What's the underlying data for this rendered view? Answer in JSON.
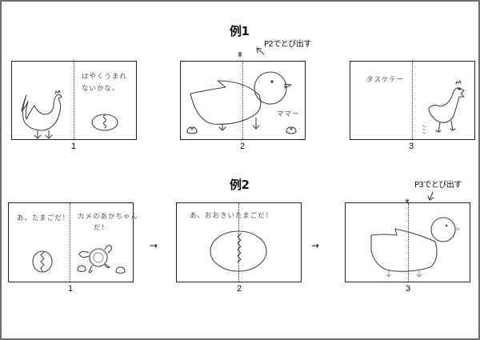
{
  "examples": [
    {
      "title": "例1",
      "note": "P2でとび出す",
      "panels": [
        {
          "number": "1",
          "text_lines": [
            "はやくうまれ",
            "ないかな。"
          ],
          "illustrations": [
            "hen",
            "egg-with-crack"
          ]
        },
        {
          "number": "2",
          "text_lines": [
            "ママー"
          ],
          "illustrations": [
            "chick-popup",
            "eggshell-left",
            "eggshell-right"
          ]
        },
        {
          "number": "3",
          "text_lines": [
            "タスケテー"
          ],
          "illustrations": [
            "running-hen"
          ]
        }
      ]
    },
    {
      "title": "例2",
      "note": "P3でとび出す",
      "panels": [
        {
          "number": "1",
          "text_lines": [
            "あ、たまごだ！",
            "カメのあかちゃん",
            "だ！"
          ],
          "illustrations": [
            "egg-with-crack",
            "baby-turtle",
            "eggshell-left",
            "eggshell-right"
          ]
        },
        {
          "number": "2",
          "text_lines": [
            "あ、おおきいたまごだ！"
          ],
          "illustrations": [
            "large-egg-with-crack"
          ]
        },
        {
          "number": "3",
          "text_lines": [],
          "illustrations": [
            "chick-popup"
          ]
        }
      ],
      "arrows": [
        "→",
        "→"
      ]
    }
  ]
}
